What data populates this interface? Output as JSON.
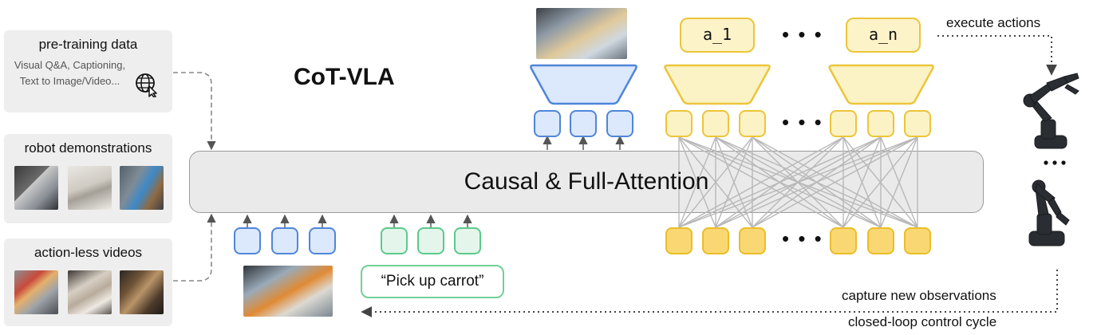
{
  "title": "CoT-VLA",
  "panels": {
    "pretraining": {
      "title": "pre-training data",
      "description": "Visual Q&A, Captioning, Text to Image/Video...",
      "icon": "globe-cursor-icon"
    },
    "robot_demos": {
      "title": "robot demonstrations",
      "thumbnails": [
        "robot-demo-thumbnail-1",
        "robot-demo-thumbnail-2",
        "robot-demo-thumbnail-3"
      ]
    },
    "actionless_videos": {
      "title": "action-less videos",
      "thumbnails": [
        "video-thumbnail-1",
        "video-thumbnail-2",
        "video-thumbnail-3"
      ]
    }
  },
  "attention_block": {
    "label": "Causal & Full-Attention"
  },
  "prompt": {
    "text": "“Pick up carrot”"
  },
  "actions": {
    "first": "a_1",
    "last": "a_n",
    "ellipsis": "• • •"
  },
  "labels": {
    "execute": "execute actions",
    "capture": "capture new observations",
    "cycle": "closed-loop control cycle"
  },
  "colors": {
    "image_token": "#4f86d9",
    "text_token": "#5cc98b",
    "action_token": "#ecc53a",
    "attention_block": "#eaeaea"
  }
}
